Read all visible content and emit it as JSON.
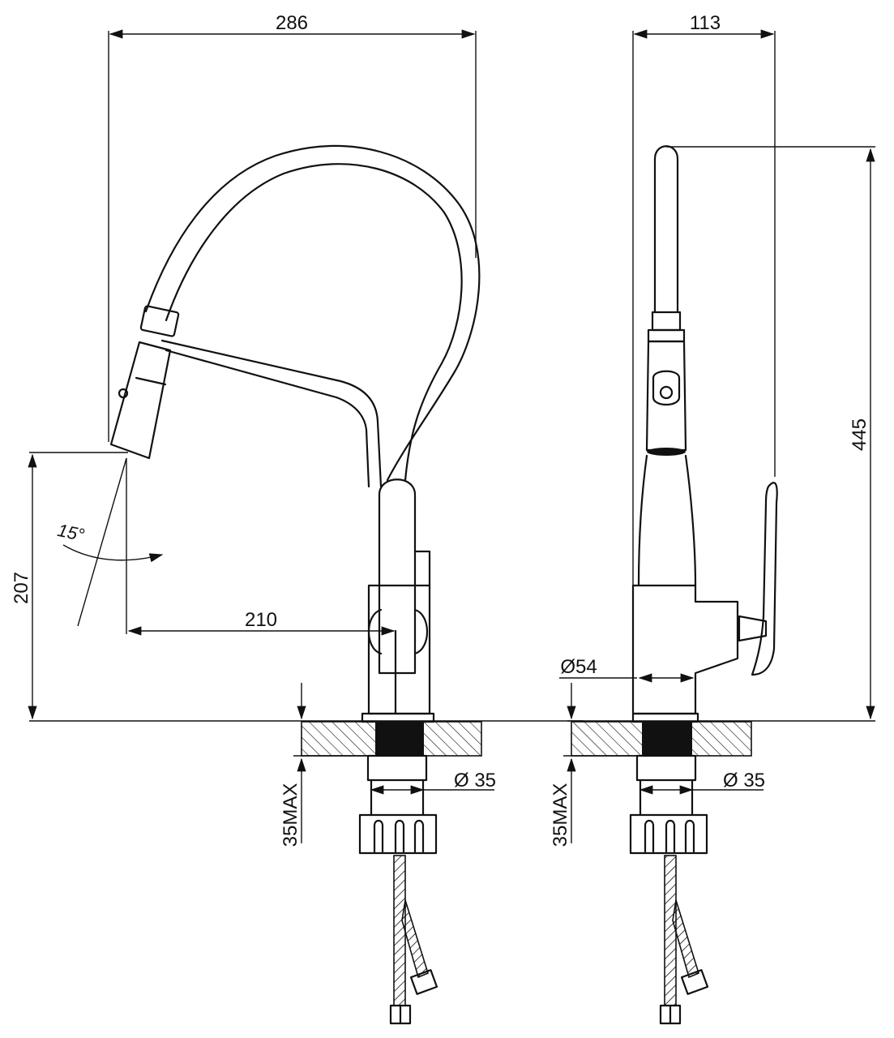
{
  "front_view": {
    "width_label": "286",
    "height_label": "207",
    "reach_label": "210",
    "angle_label": "15°",
    "hole_diameter_label": "Ø 35",
    "max_thickness_label": "35MAX"
  },
  "side_view": {
    "width_label": "113",
    "height_label": "445",
    "base_diameter_label": "Ø54",
    "hole_diameter_label": "Ø 35",
    "max_thickness_label": "35MAX"
  }
}
